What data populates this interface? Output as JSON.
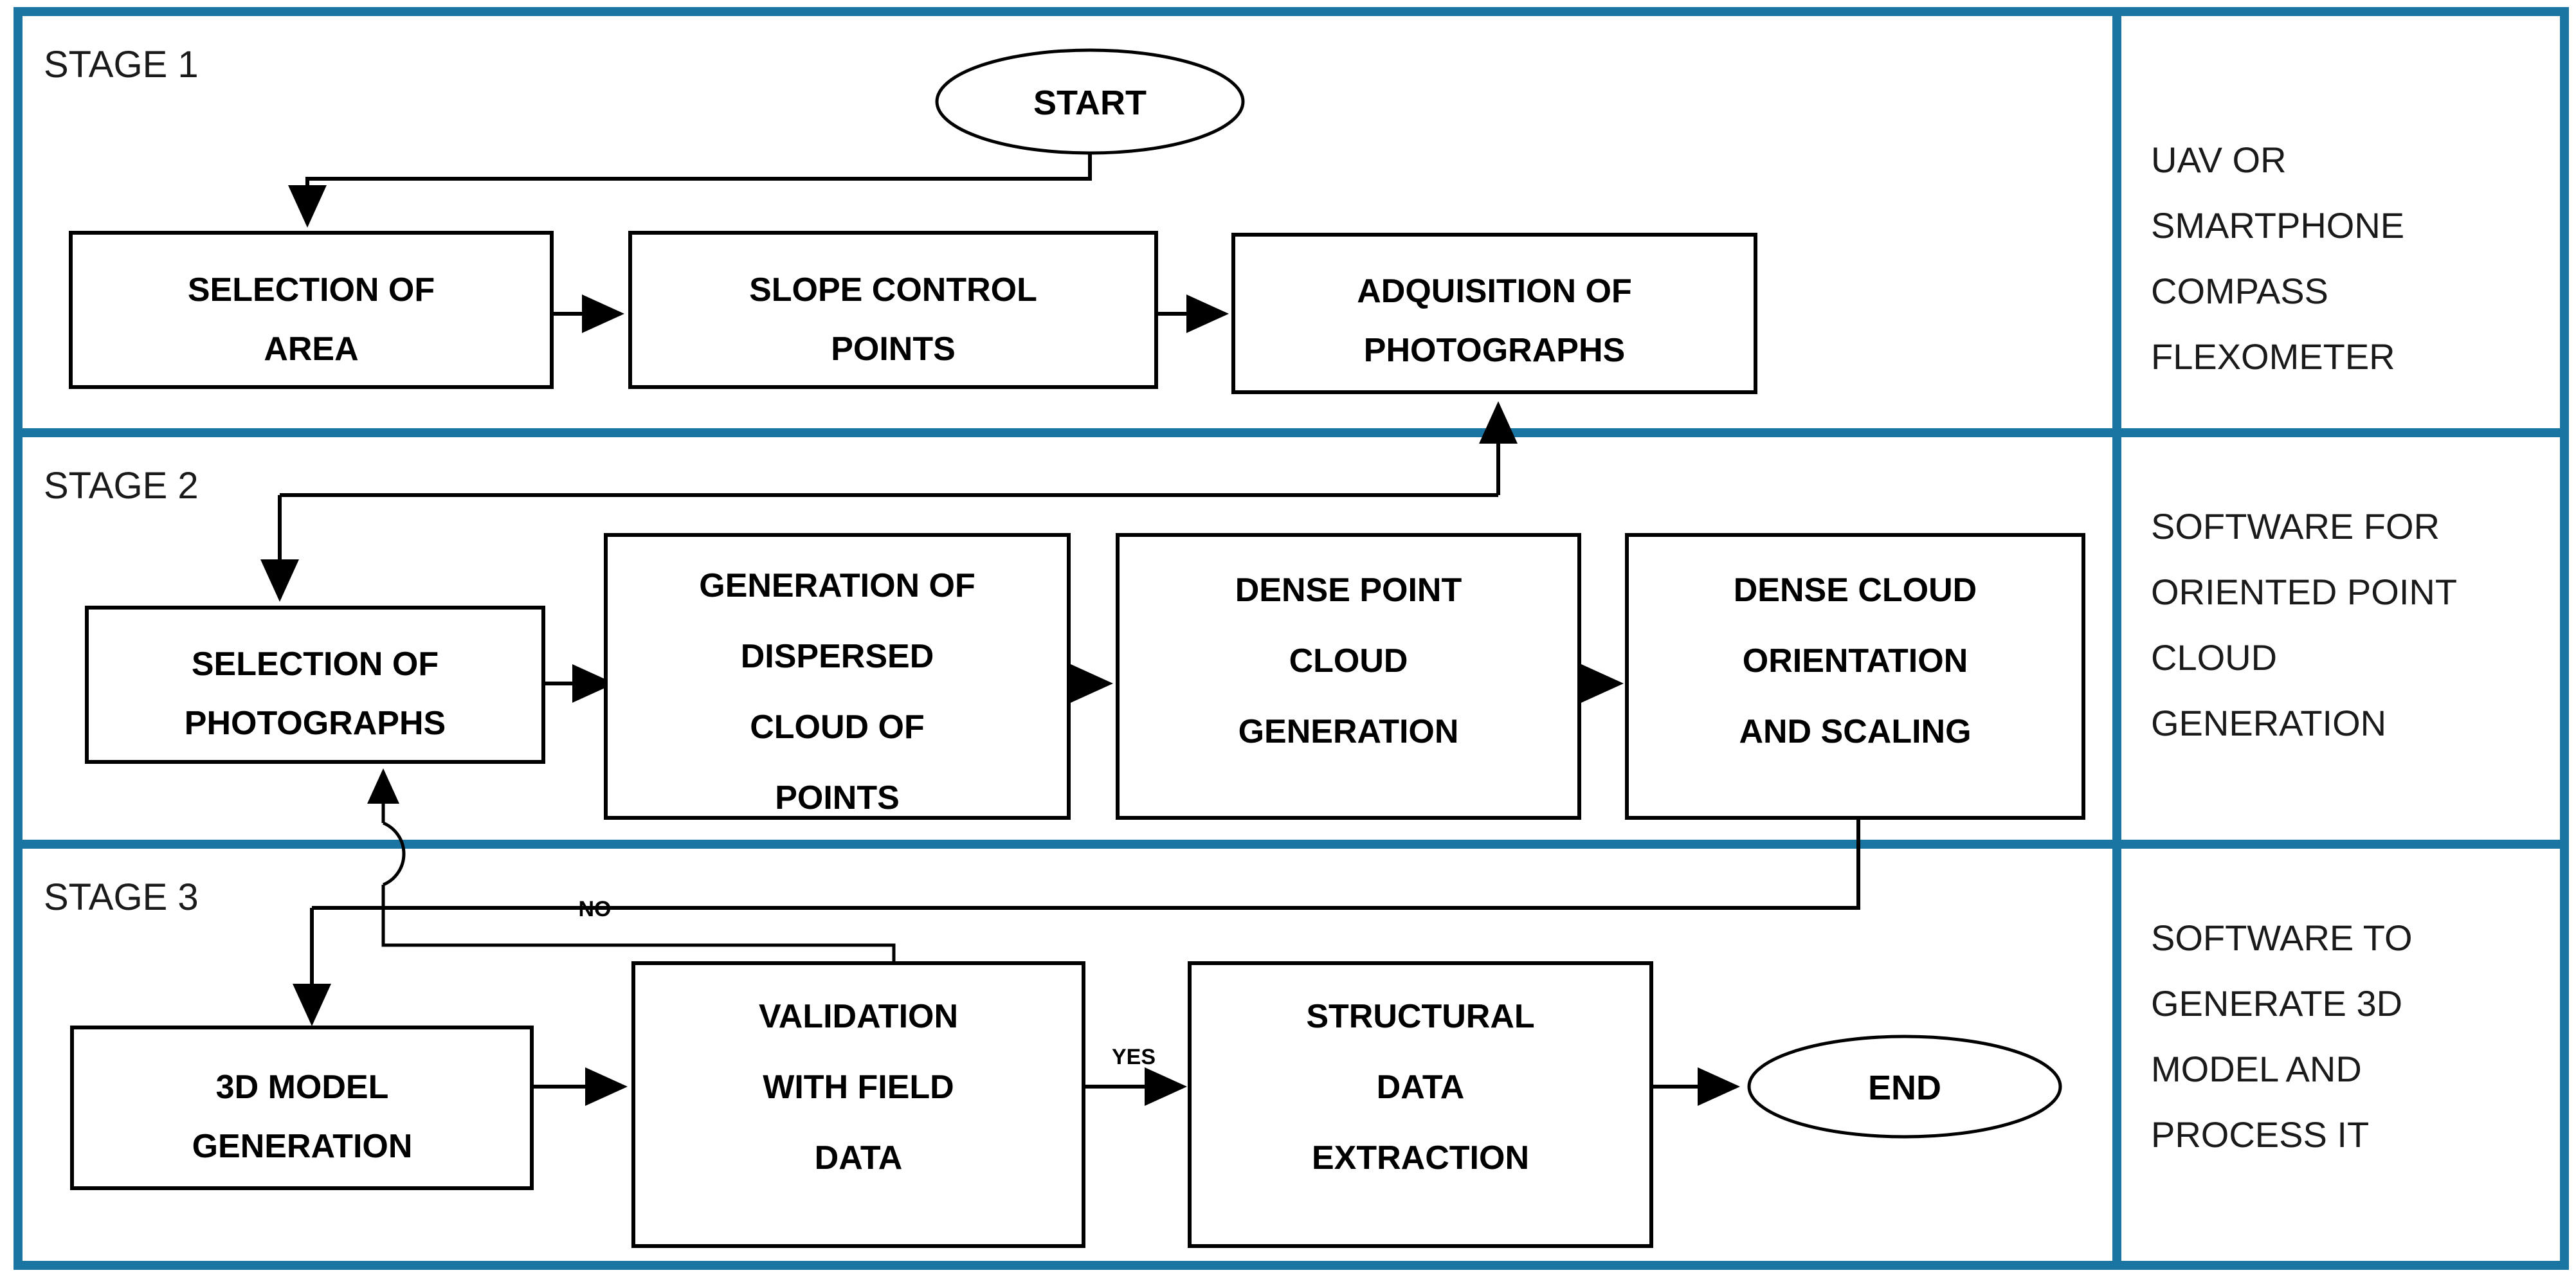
{
  "diagram": {
    "title": "Photogrammetry workflow flowchart",
    "accent_color": "#1a75a3",
    "line_color": "#000000",
    "background": "#ffffff"
  },
  "stages": [
    {
      "id": "stage-1",
      "label": "STAGE 1"
    },
    {
      "id": "stage-2",
      "label": "STAGE 2"
    },
    {
      "id": "stage-3",
      "label": "STAGE 3"
    }
  ],
  "terminals": {
    "start": "START",
    "end": "END"
  },
  "nodes": {
    "selection_of_area": {
      "line1": "SELECTION OF",
      "line2": "AREA"
    },
    "slope_control_points": {
      "line1": "SLOPE CONTROL",
      "line2": "POINTS"
    },
    "adquisition_of_photographs": {
      "line1": "ADQUISITION OF",
      "line2": "PHOTOGRAPHS"
    },
    "selection_of_photographs": {
      "line1": "SELECTION OF",
      "line2": "PHOTOGRAPHS"
    },
    "generation_of_dispersed_cloud": {
      "line1": "GENERATION OF",
      "line2": "DISPERSED",
      "line3": "CLOUD OF",
      "line4": "POINTS"
    },
    "dense_point_cloud_generation": {
      "line1": "DENSE POINT",
      "line2": "CLOUD",
      "line3": "GENERATION"
    },
    "dense_cloud_orientation_scaling": {
      "line1": "DENSE CLOUD",
      "line2": "ORIENTATION",
      "line3": "AND SCALING"
    },
    "model_3d_generation": {
      "line1": "3D MODEL",
      "line2": "GENERATION"
    },
    "validation_with_field_data": {
      "line1": "VALIDATION",
      "line2": "WITH FIELD",
      "line3": "DATA"
    },
    "structural_data_extraction": {
      "line1": "STRUCTURAL",
      "line2": "DATA",
      "line3": "EXTRACTION"
    }
  },
  "edge_labels": {
    "no": "NO",
    "yes": "YES"
  },
  "side_column": {
    "stage_1": {
      "line1": "UAV   OR",
      "line2": "SMARTPHONE",
      "line3": "COMPASS",
      "line4": "FLEXOMETER"
    },
    "stage_2": {
      "line1": "SOFTWARE FOR",
      "line2": "ORIENTED POINT",
      "line3": "CLOUD",
      "line4": "GENERATION"
    },
    "stage_3": {
      "line1": "SOFTWARE TO",
      "line2": "GENERATE 3D",
      "line3": "MODEL AND",
      "line4": "PROCESS IT"
    }
  }
}
